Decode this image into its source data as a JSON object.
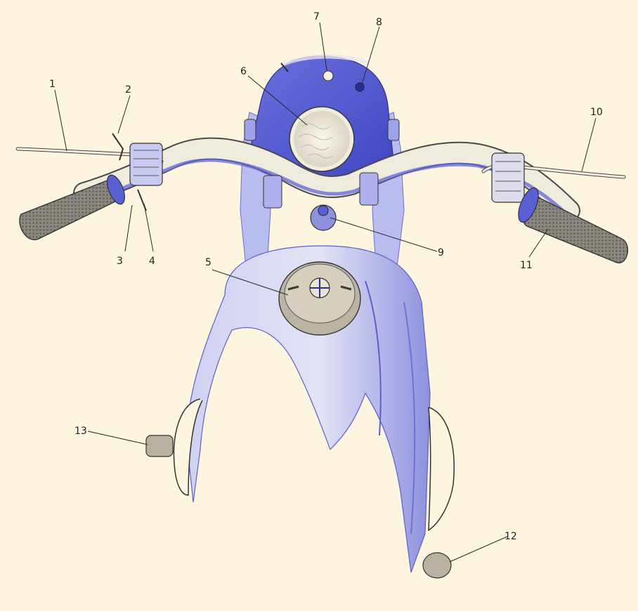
{
  "diagram": {
    "colors": {
      "background": "#fdf5df",
      "body_blue": "#5a5fd4",
      "body_pale": "#c9ccf0",
      "chrome": "#ece8d8",
      "grip": "#6e6a64",
      "ink": "#2a2a2a"
    },
    "callouts": [
      {
        "id": "c1",
        "label": "1"
      },
      {
        "id": "c2",
        "label": "2"
      },
      {
        "id": "c3",
        "label": "3"
      },
      {
        "id": "c4",
        "label": "4"
      },
      {
        "id": "c5",
        "label": "5"
      },
      {
        "id": "c6",
        "label": "6"
      },
      {
        "id": "c7",
        "label": "7"
      },
      {
        "id": "c8",
        "label": "8"
      },
      {
        "id": "c9",
        "label": "9"
      },
      {
        "id": "c10",
        "label": "10"
      },
      {
        "id": "c11",
        "label": "11"
      },
      {
        "id": "c12",
        "label": "12"
      },
      {
        "id": "c13",
        "label": "13"
      }
    ]
  }
}
